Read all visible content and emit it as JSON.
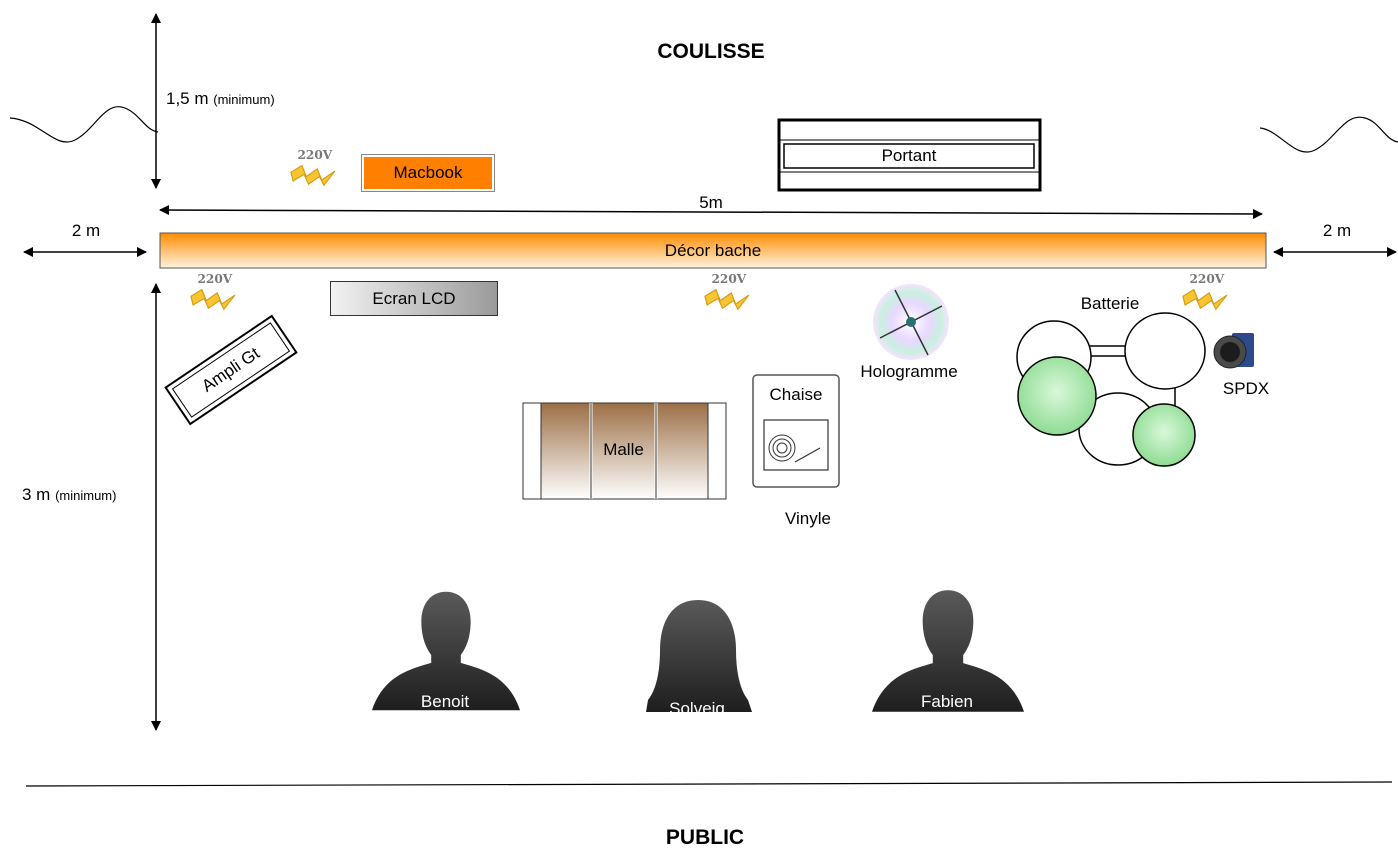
{
  "title_top": "COULISSE",
  "title_bottom": "PUBLIC",
  "dims": {
    "backstage_depth": "1,5 m",
    "backstage_depth_note": "(minimum)",
    "stage_depth": "3 m",
    "stage_depth_note": "(minimum)",
    "width": "5m",
    "side_left": "2 m",
    "side_right": "2 m"
  },
  "power_label": "220V",
  "items": {
    "macbook": "Macbook",
    "portant": "Portant",
    "decor": "Décor bache",
    "ecran": "Ecran LCD",
    "ampli": "Ampli Gt",
    "malle": "Malle",
    "chaise": "Chaise",
    "vinyle": "Vinyle",
    "hologramme": "Hologramme",
    "batterie": "Batterie",
    "spdx": "SPDX"
  },
  "people": [
    "Benoit",
    "Solveig",
    "Fabien"
  ],
  "colors": {
    "macbook": "#ff7f00",
    "decor_from": "#ff8c00",
    "decor_to": "#fff3e0",
    "drum_pad": "#9be39f",
    "silhouette": "#3a3a3a",
    "bolt": "#f6c531"
  }
}
